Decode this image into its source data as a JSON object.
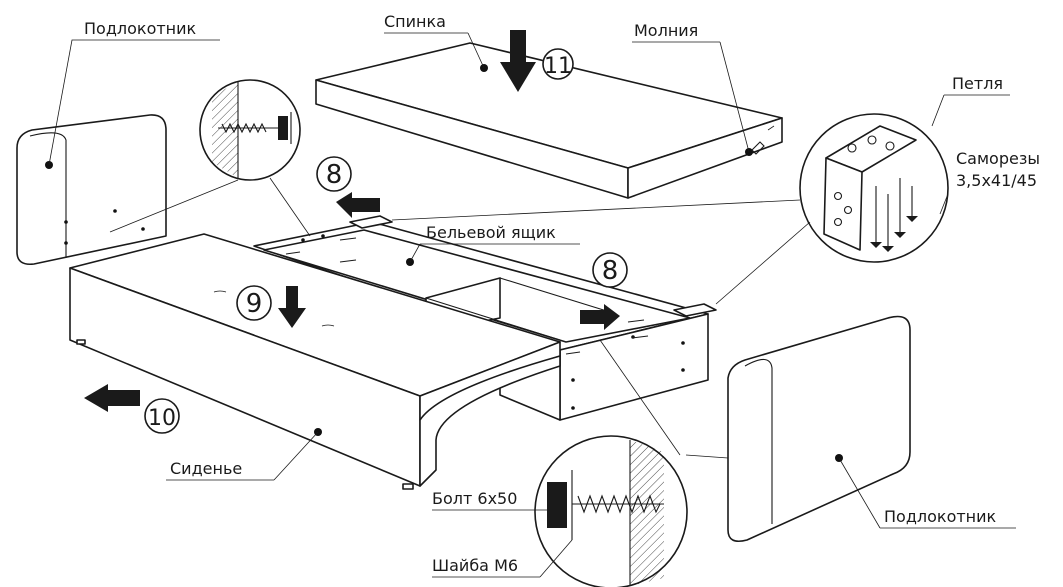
{
  "labels": {
    "armrest_left": "Подлокотник",
    "armrest_right": "Подлокотник",
    "backrest": "Спинка",
    "zipper": "Молния",
    "hinge": "Петля",
    "screws_line1": "Саморезы",
    "screws_line2": "3,5x41/45",
    "storage_box": "Бельевой ящик",
    "seat": "Сиденье",
    "bolt": "Болт 6x50",
    "washer": "Шайба М6"
  },
  "steps": {
    "step8_left": "8",
    "step8_right": "8",
    "step9": "9",
    "step10": "10",
    "step11": "11"
  }
}
